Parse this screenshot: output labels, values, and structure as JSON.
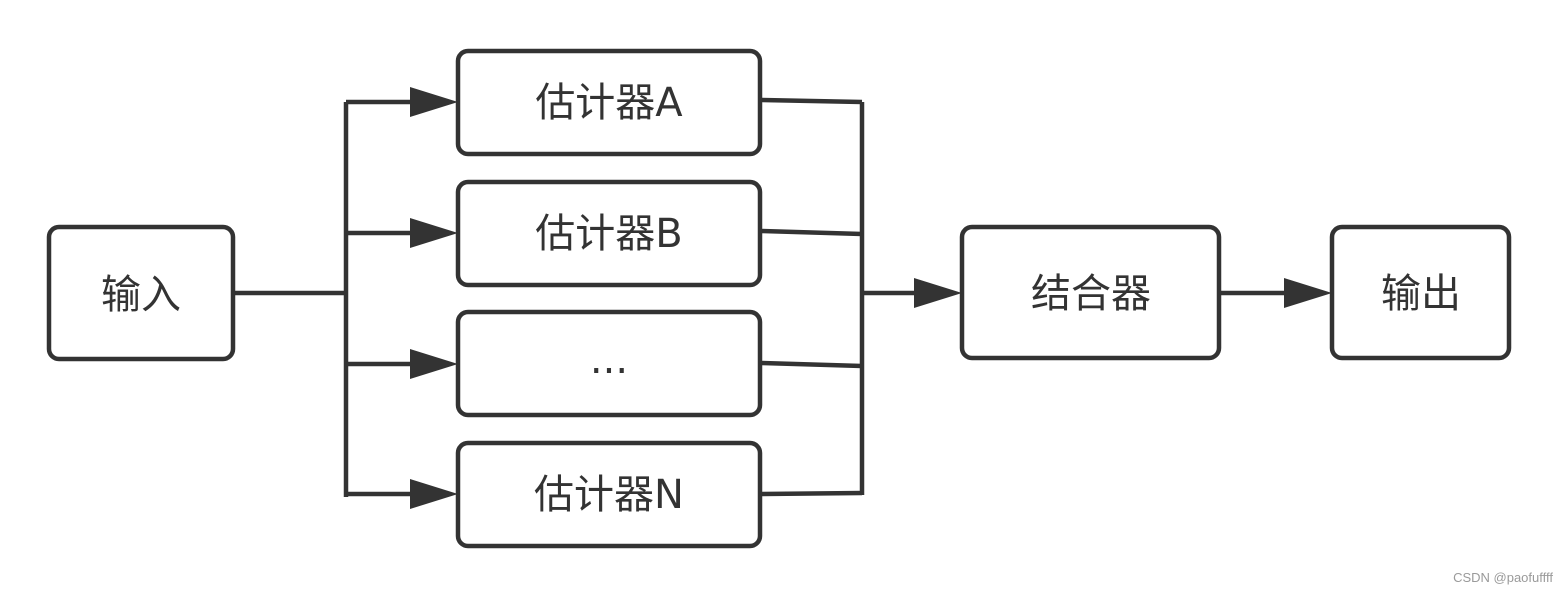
{
  "nodes": {
    "input": "输入",
    "estimator_a": "估计器A",
    "estimator_b": "估计器B",
    "estimator_ellipsis": "...",
    "estimator_n": "估计器N",
    "combiner": "结合器",
    "output": "输出"
  },
  "watermark": "CSDN @paofuffff",
  "colors": {
    "stroke": "#333333",
    "background": "#ffffff",
    "watermark": "#9a9a9a"
  }
}
